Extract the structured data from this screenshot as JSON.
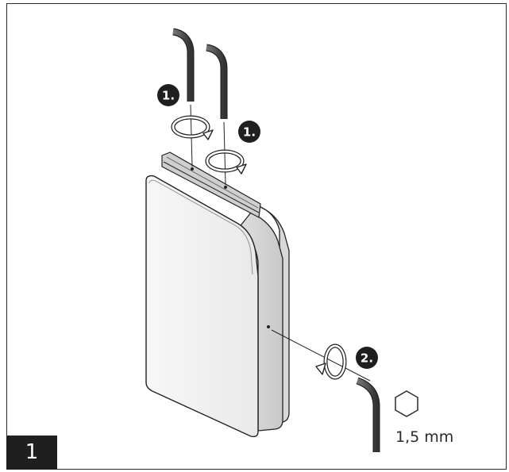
{
  "step": {
    "number": "1"
  },
  "badges": {
    "top_left": "1.",
    "top_right": "1.",
    "side": "2."
  },
  "tool": {
    "size_label": "1,5 mm",
    "icon": "hexagon-icon"
  },
  "icons": {
    "allen_keys": [
      "allen-key-icon",
      "allen-key-icon",
      "allen-key-icon"
    ],
    "rotation": [
      "rotate-arrow-icon",
      "rotate-arrow-icon",
      "rotate-arrow-icon"
    ]
  }
}
